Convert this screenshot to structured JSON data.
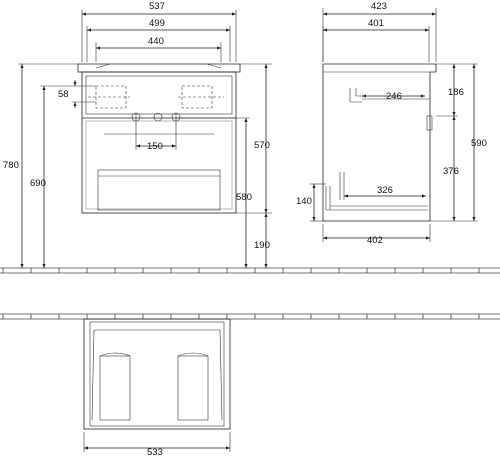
{
  "front_view": {
    "dim_537": "537",
    "dim_499": "499",
    "dim_440": "440",
    "dim_58": "58",
    "dim_150": "150",
    "dim_780": "780",
    "dim_690": "690",
    "dim_570": "570",
    "dim_580": "580",
    "dim_190": "190"
  },
  "side_view": {
    "dim_423": "423",
    "dim_401": "401",
    "dim_246": "246",
    "dim_186": "186",
    "dim_590": "590",
    "dim_376": "376",
    "dim_326": "326",
    "dim_140": "140",
    "dim_402": "402"
  },
  "top_view": {
    "dim_533": "533"
  }
}
